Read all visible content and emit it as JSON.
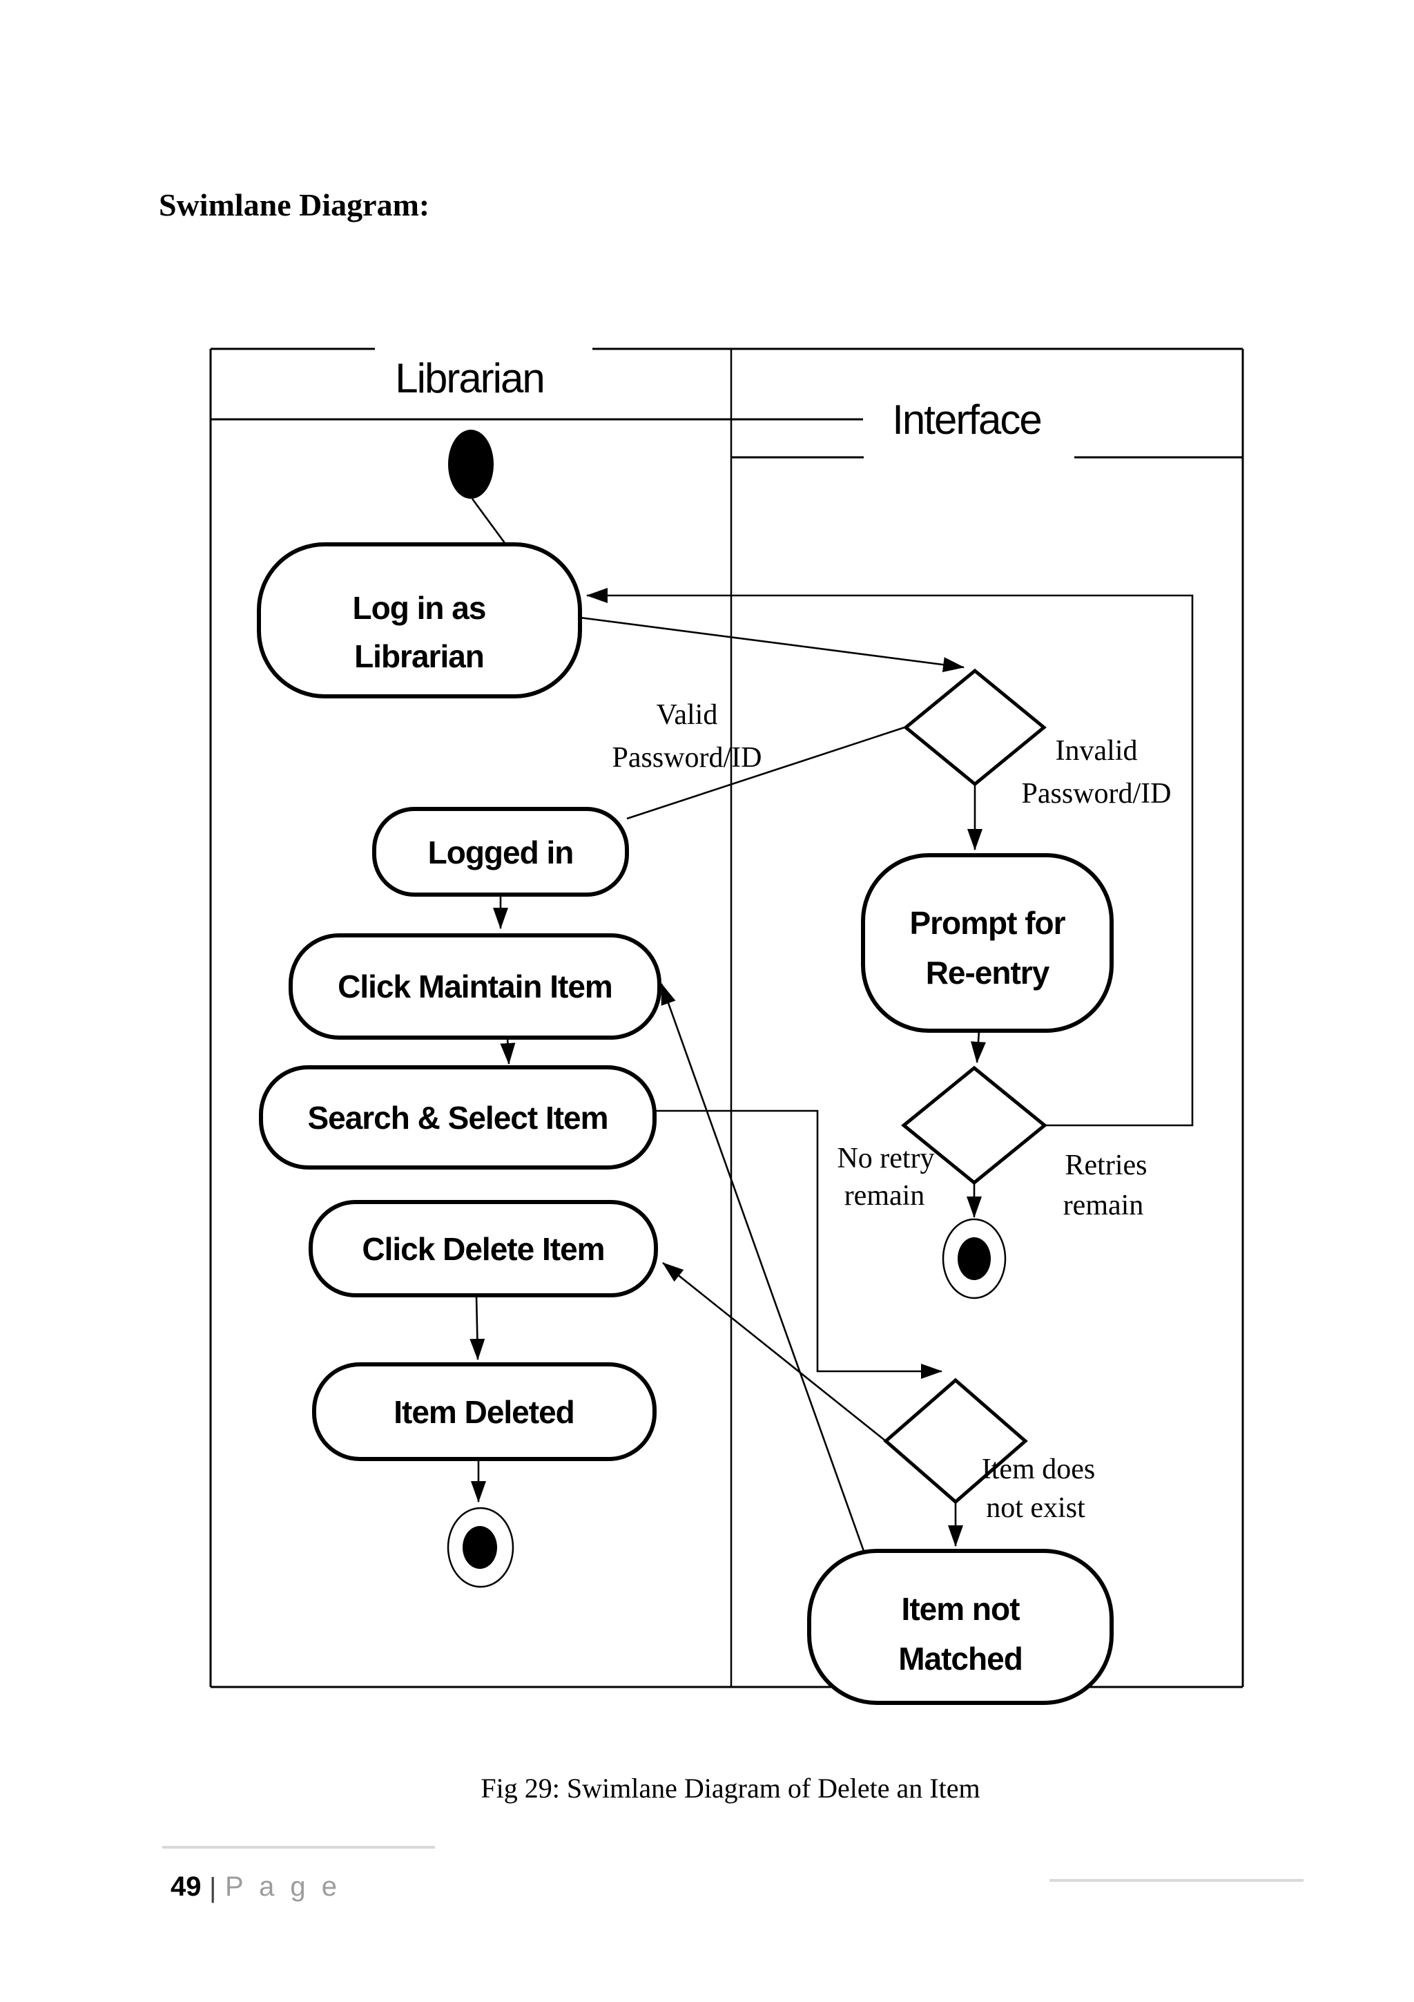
{
  "page": {
    "title": "Swimlane Diagram:",
    "caption": "Fig 29: Swimlane Diagram of Delete an Item",
    "footer": {
      "page_number": "49",
      "divider": "|",
      "label": "P a g e"
    },
    "colors": {
      "ink": "#000000",
      "paper": "#ffffff",
      "footer_gray": "#9c9c9c",
      "rule_gray": "#d9d9d9"
    }
  },
  "diagram": {
    "type": "uml-activity-swimlane",
    "lanes": [
      {
        "label": "Librarian"
      },
      {
        "label": "Interface"
      }
    ],
    "nodes": {
      "start": {
        "shape": "initial-node"
      },
      "login": {
        "line1": "Log in as",
        "line2": "Librarian"
      },
      "logged_in": {
        "label": "Logged in"
      },
      "click_maintain": {
        "label": "Click Maintain Item"
      },
      "search_select": {
        "label": "Search & Select Item"
      },
      "click_delete": {
        "label": "Click Delete Item"
      },
      "item_deleted": {
        "label": "Item Deleted"
      },
      "prompt_reentry": {
        "line1": "Prompt for",
        "line2": "Re-entry"
      },
      "item_not_matched": {
        "line1": "Item not",
        "line2": "Matched"
      },
      "final_librarian": {
        "shape": "activity-final"
      },
      "final_interface": {
        "shape": "activity-final"
      },
      "decision_password": {
        "shape": "decision"
      },
      "decision_retry": {
        "shape": "decision"
      },
      "decision_item_exists": {
        "shape": "decision"
      }
    },
    "edge_labels": {
      "valid": {
        "line1": "Valid",
        "line2": "Password/ID"
      },
      "invalid": {
        "line1": "Invalid",
        "line2": "Password/ID"
      },
      "retries": {
        "line1": "Retries",
        "line2": "remain"
      },
      "no_retry": {
        "line1": "No retry",
        "line2": "remain"
      },
      "item_not_exist": {
        "line1": "Item does",
        "line2": "not exist"
      }
    }
  }
}
